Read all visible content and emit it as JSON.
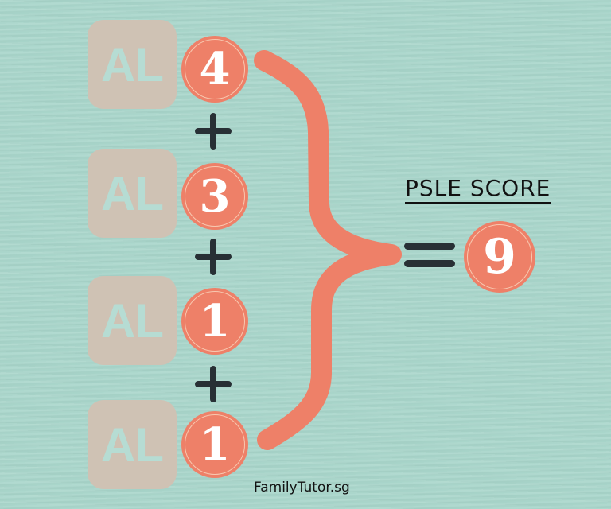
{
  "rows": [
    {
      "label": "AL",
      "value": "4"
    },
    {
      "label": "AL",
      "value": "3"
    },
    {
      "label": "AL",
      "value": "1"
    },
    {
      "label": "AL",
      "value": "1"
    }
  ],
  "operator": "+",
  "result": {
    "title": "PSLE SCORE",
    "equals": "=",
    "value": "9"
  },
  "footer": "FamilyTutor.sg",
  "colors": {
    "background": "#a9d6cb",
    "accent": "#ee8068",
    "al_box": "#cfc2b4",
    "dark": "#283035"
  }
}
